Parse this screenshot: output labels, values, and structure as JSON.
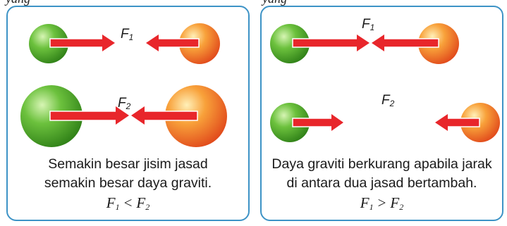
{
  "top_fragments": [
    "yang",
    "yang"
  ],
  "left_panel": {
    "force_top": {
      "symbol": "F",
      "sub": "1"
    },
    "force_bottom": {
      "symbol": "F",
      "sub": "2"
    },
    "caption_line1": "Semakin besar jisim jasad",
    "caption_line2": "semakin besar daya graviti.",
    "relation": {
      "lhs": "F",
      "lhs_sub": "1",
      "op": "<",
      "rhs": "F",
      "rhs_sub": "2"
    }
  },
  "right_panel": {
    "force_top": {
      "symbol": "F",
      "sub": "1"
    },
    "force_bottom": {
      "symbol": "F",
      "sub": "2"
    },
    "caption_line1": "Daya graviti berkurang apabila jarak",
    "caption_line2": "di antara dua jasad bertambah.",
    "relation": {
      "lhs": "F",
      "lhs_sub": "1",
      "op": ">",
      "rhs": "F",
      "rhs_sub": "2"
    }
  },
  "colors": {
    "border": "#3d93c6",
    "arrow": "#e8262b",
    "green_ball": "#4aa82a",
    "orange_ball": "#f07a1a"
  }
}
